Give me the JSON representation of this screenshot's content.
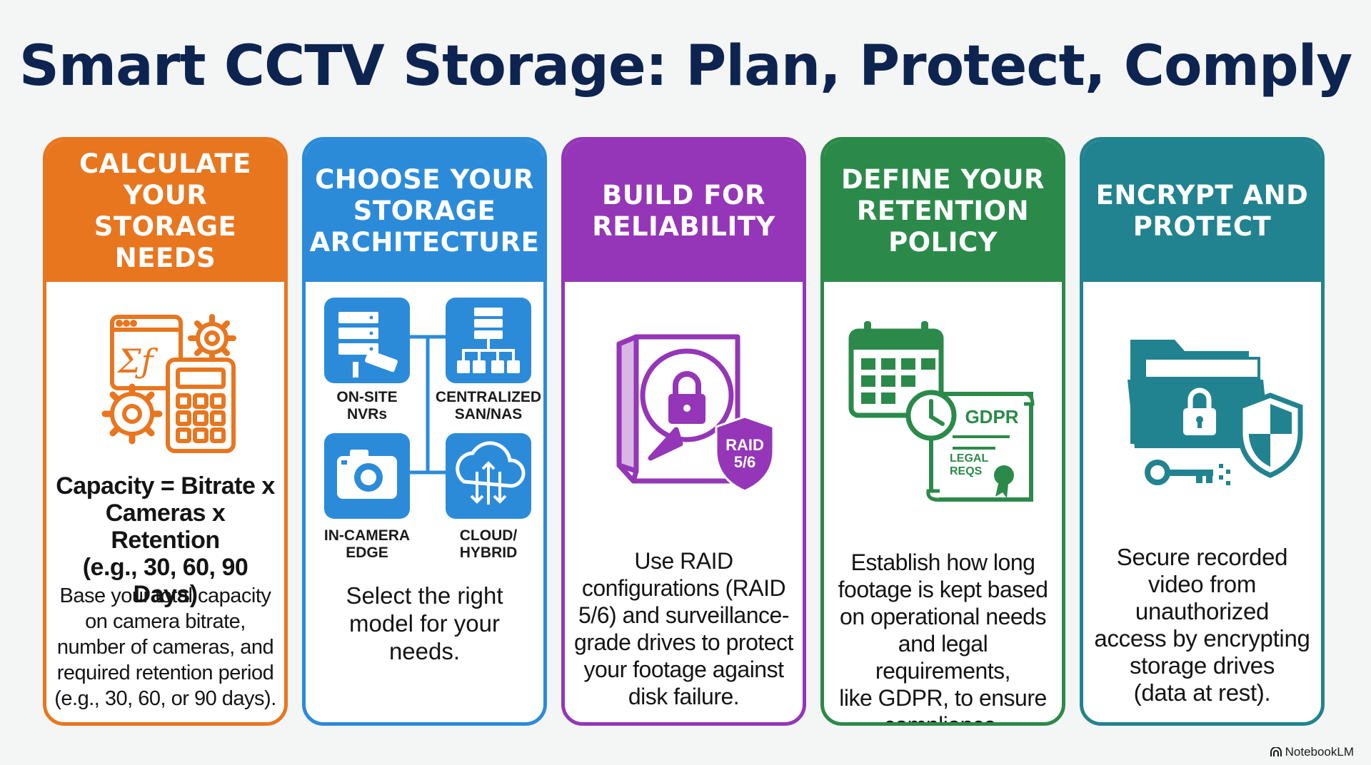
{
  "title": "Smart CCTV Storage: Plan, Protect, Comply",
  "brand": {
    "name": "NotebookLM"
  },
  "colors": {
    "title": "#0d2451",
    "orange": "#e8761f",
    "blue": "#2c8bd9",
    "purple": "#9436b7",
    "green": "#2b8a4a",
    "teal": "#21838f"
  },
  "cards": [
    {
      "heading": "CALCULATE\nYOUR STORAGE\nNEEDS",
      "icon": "calculator-gear-icon",
      "formula": "Capacity = Bitrate x\nCameras x Retention\n(e.g., 30, 60, 90 Days)",
      "description": "Base your total capacity\non camera bitrate,\nnumber of cameras, and\nrequired retention period\n(e.g., 30, 60, or 90 days)."
    },
    {
      "heading": "CHOOSE YOUR\nSTORAGE\nARCHITECTURE",
      "options": [
        {
          "label": "ON-SITE\nNVRs",
          "icon": "server-camera-icon"
        },
        {
          "label": "CENTRALIZED\nSAN/NAS",
          "icon": "network-storage-icon"
        },
        {
          "label": "IN-CAMERA\nEDGE",
          "icon": "camera-icon"
        },
        {
          "label": "CLOUD/\nHYBRID",
          "icon": "cloud-sync-icon"
        }
      ],
      "description": "Select the right\nmodel for your\nneeds."
    },
    {
      "heading": "BUILD FOR\nRELIABILITY",
      "icon": "hard-drive-lock-icon",
      "badge": "RAID\n5/6",
      "description": "Use RAID\nconfigurations (RAID\n5/6) and surveillance-\ngrade drives to protect\nyour footage against\ndisk failure."
    },
    {
      "heading": "DEFINE YOUR\nRETENTION\nPOLICY",
      "icon": "calendar-clock-document-icon",
      "doc_title": "GDPR",
      "doc_label": "LEGAL\nREQS",
      "description": "Establish how long\nfootage is kept based\non operational needs\nand legal requirements,\nlike GDPR, to ensure\ncompliance."
    },
    {
      "heading": "ENCRYPT AND\nPROTECT",
      "icon": "folder-lock-shield-icon",
      "description": "Secure recorded\nvideo from\nunauthorized\naccess by encrypting\nstorage drives\n(data at rest)."
    }
  ]
}
